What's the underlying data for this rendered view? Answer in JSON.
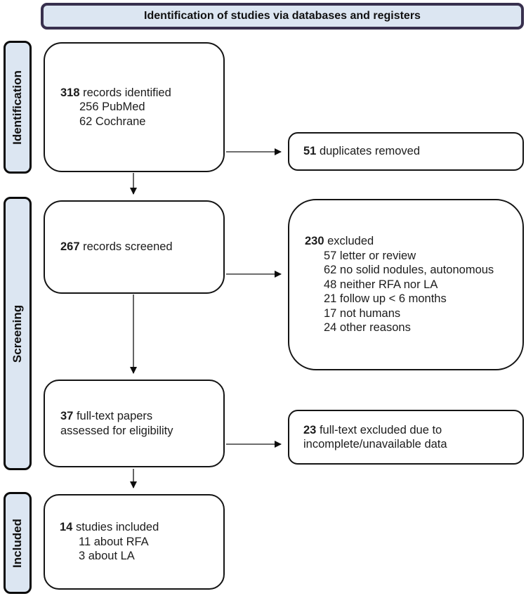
{
  "header": {
    "title": "Identification of studies via databases and registers"
  },
  "stages": {
    "identification": "Identification",
    "screening": "Screening",
    "included": "Included"
  },
  "boxes": {
    "records_identified": {
      "count": "318",
      "label": "records identified",
      "sub_items": [
        "256 PubMed",
        "62 Cochrane"
      ]
    },
    "duplicates_removed": {
      "count": "51",
      "label": "duplicates removed"
    },
    "records_screened": {
      "count": "267",
      "label": "records screened"
    },
    "records_excluded": {
      "count": "230",
      "label": "excluded",
      "sub_items": [
        "57 letter or review",
        "62 no solid nodules, autonomous",
        "48 neither RFA nor LA",
        "21 follow up < 6 months",
        "17 not humans",
        "24 other reasons"
      ]
    },
    "fulltext_assessed": {
      "count": "37",
      "label": "full-text papers assessed for eligibility"
    },
    "fulltext_excluded": {
      "count": "23",
      "label": "full-text excluded due to incomplete/unavailable data"
    },
    "studies_included": {
      "count": "14",
      "label": "studies included",
      "sub_items": [
        "11 about RFA",
        "3 about LA"
      ]
    }
  },
  "colors": {
    "stage_fill": "#dce6f2",
    "header_border": "#38304e",
    "box_border": "#141414",
    "arrow": "#3f3f3f",
    "arrowhead": "#0d0d0d"
  }
}
